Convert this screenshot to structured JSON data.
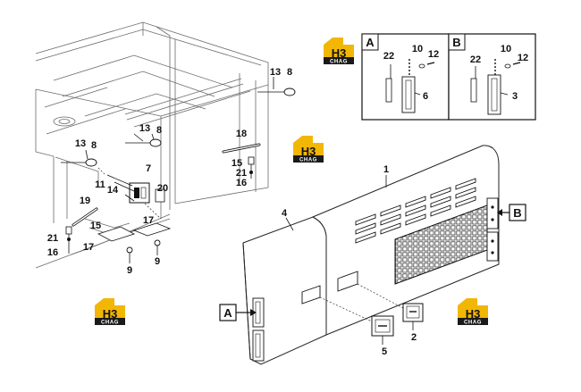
{
  "logo": {
    "mark": "H3",
    "subtitle": "CHAG",
    "color_gold": "#f2b705",
    "color_dark": "#1a1a1a"
  },
  "callouts": {
    "c1": "1",
    "c2": "2",
    "c3": "3",
    "c4": "4",
    "c5": "5",
    "c6": "6",
    "c7": "7",
    "c8a": "8",
    "c8b": "8",
    "c8c": "8",
    "c9a": "9",
    "c9b": "9",
    "c10a": "10",
    "c10b": "10",
    "c11": "11",
    "c12a": "12",
    "c12b": "12",
    "c13a": "13",
    "c13b": "13",
    "c13c": "13",
    "c14": "14",
    "c15a": "15",
    "c15b": "15",
    "c16a": "16",
    "c16b": "16",
    "c17a": "17",
    "c17b": "17",
    "c18": "18",
    "c19": "19",
    "c20": "20",
    "c21a": "21",
    "c21b": "21",
    "c22a": "22",
    "c22b": "22"
  },
  "detail_labels": {
    "a": "A",
    "b": "B"
  },
  "view_markers": {
    "a": "A",
    "b": "B"
  }
}
